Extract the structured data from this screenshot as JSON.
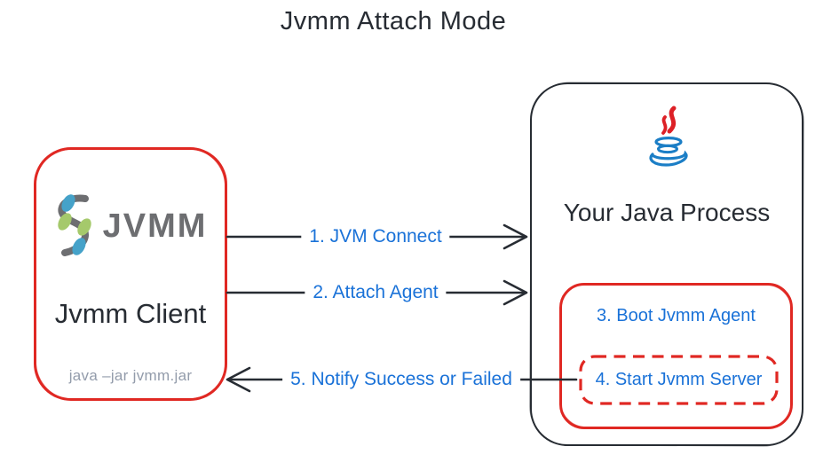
{
  "title": "Jvmm Attach Mode",
  "client_box": {
    "logo_text": "JVMM",
    "name": "Jvmm Client",
    "command": "java –jar jvmm.jar"
  },
  "process_box": {
    "name": "Your Java Process",
    "agent_box": {
      "step3": "3. Boot Jvmm Agent",
      "server_box": {
        "step4": "4. Start Jvmm Server"
      }
    }
  },
  "arrows": [
    {
      "label": "1. JVM Connect",
      "direction": "right",
      "from": "client-box",
      "to": "process-box"
    },
    {
      "label": "2. Attach Agent",
      "direction": "right",
      "from": "client-box",
      "to": "process-box"
    },
    {
      "label": "5. Notify Success or Failed",
      "direction": "left",
      "from": "server-box",
      "to": "client-box"
    }
  ],
  "icons": {
    "client_logo": "jvmm-helix-icon",
    "process_logo": "java-cup-icon"
  },
  "colors": {
    "accent_blue": "#1a72d8",
    "sketch_red": "#e02823",
    "ink": "#272c33",
    "gray_text": "#939cab",
    "logo_gray": "#6d6e71",
    "logo_green": "#a5c96b",
    "logo_blue": "#45a2c9",
    "java_red": "#dd2026",
    "java_blue": "#1b7ec6"
  }
}
